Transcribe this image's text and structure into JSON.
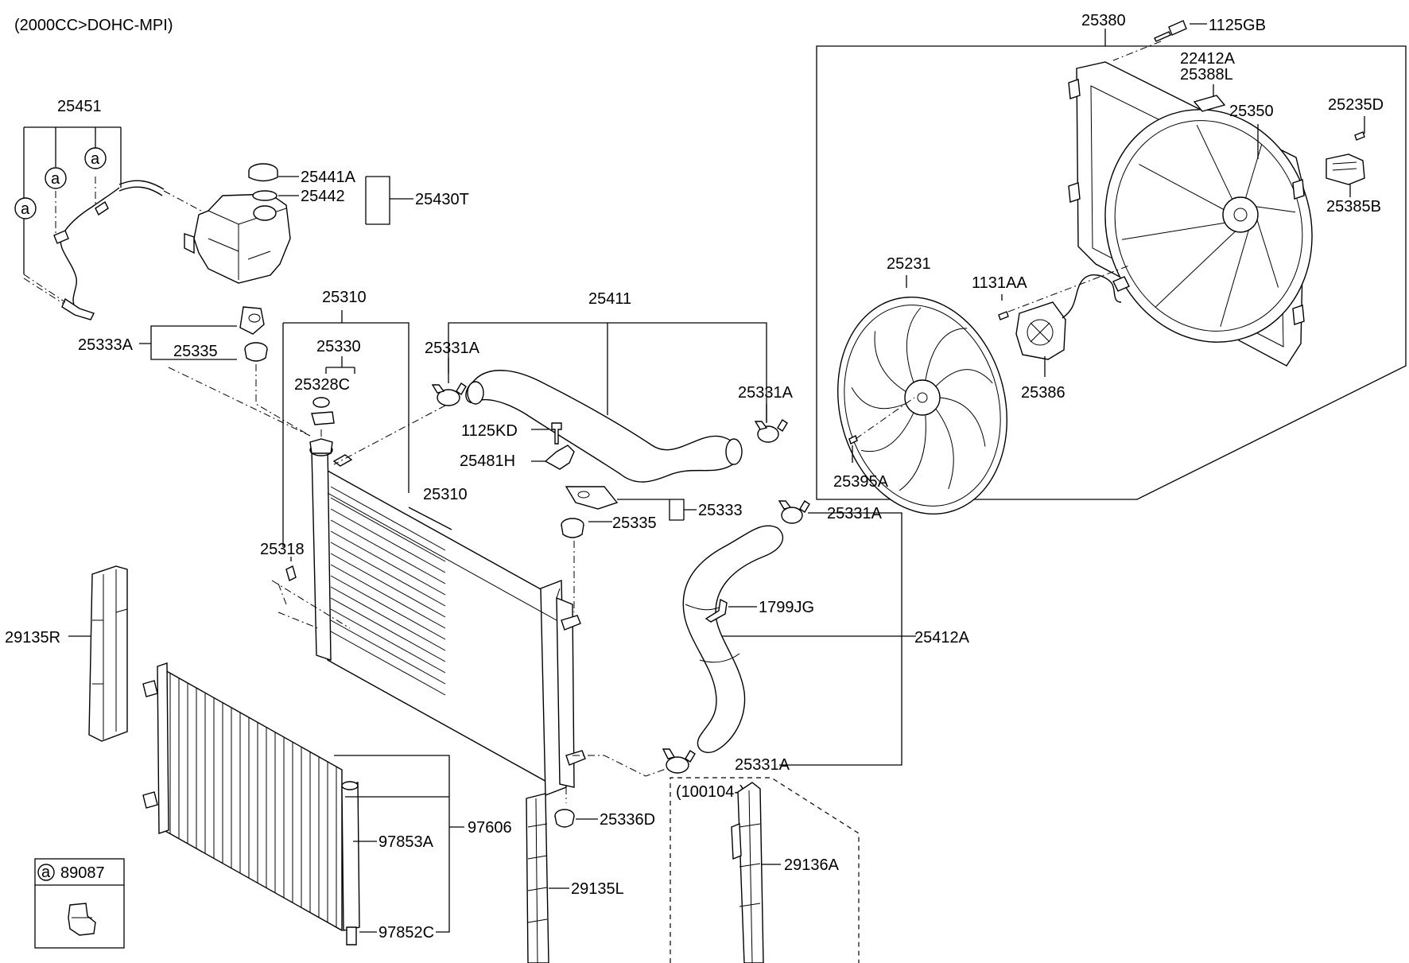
{
  "header": {
    "engine_note": "(2000CC>DOHC-MPI)"
  },
  "callout_marker": "a",
  "legend": {
    "marker": "a",
    "part_number": "89087"
  },
  "date_note": "(100104-)",
  "labels": {
    "p25451": "25451",
    "p25441A": "25441A",
    "p25442": "25442",
    "p25430T": "25430T",
    "p25333A": "25333A",
    "p25335a": "25335",
    "p25310a": "25310",
    "p25330": "25330",
    "p25328C": "25328C",
    "p25411": "25411",
    "p25331A_1": "25331A",
    "p25331A_2": "25331A",
    "p1125KD": "1125KD",
    "p25481H": "25481H",
    "p25310b": "25310",
    "p25333": "25333",
    "p25335b": "25335",
    "p25318": "25318",
    "p29135R": "29135R",
    "p25331A_3": "25331A",
    "p1799JG": "1799JG",
    "p25412A": "25412A",
    "p25331A_4": "25331A",
    "p25336D": "25336D",
    "p97606": "97606",
    "p97853A": "97853A",
    "p97852C": "97852C",
    "p29135L": "29135L",
    "p29136A": "29136A",
    "p25380": "25380",
    "p1125GB": "1125GB",
    "p22412A": "22412A",
    "p25388L": "25388L",
    "p25350": "25350",
    "p25235D": "25235D",
    "p25385B": "25385B",
    "p25231": "25231",
    "p1131AA": "1131AA",
    "p25386": "25386",
    "p25395A": "25395A"
  }
}
